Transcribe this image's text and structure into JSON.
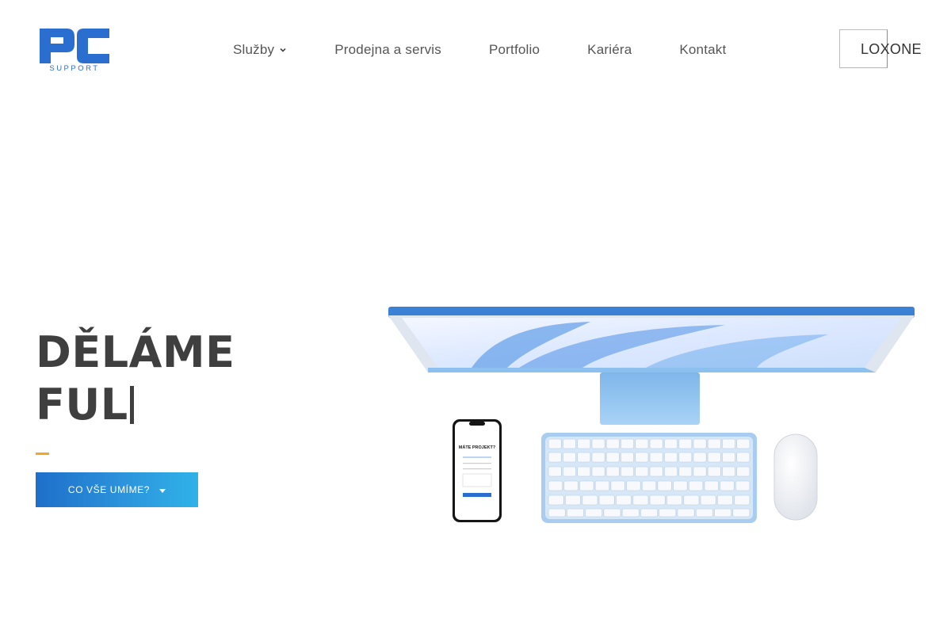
{
  "header": {
    "logo_text": "PC SUPPORT",
    "nav": [
      {
        "label": "Služby",
        "has_dropdown": true
      },
      {
        "label": "Prodejna a servis"
      },
      {
        "label": "Portfolio"
      },
      {
        "label": "Kariéra"
      },
      {
        "label": "Kontakt"
      }
    ],
    "cta_label": "LOXONE"
  },
  "hero": {
    "title_line1": "DĚLÁME",
    "title_line2": "FUL",
    "button_label": "CO VŠE UMÍME?"
  },
  "phone_screen": {
    "heading": "MÁTE PROJEKT?"
  },
  "colors": {
    "brand_blue": "#2a6fd0",
    "accent_orange": "#f5a623",
    "text_dark": "#3f3f3f",
    "monitor_blue": "#3b82d6"
  }
}
